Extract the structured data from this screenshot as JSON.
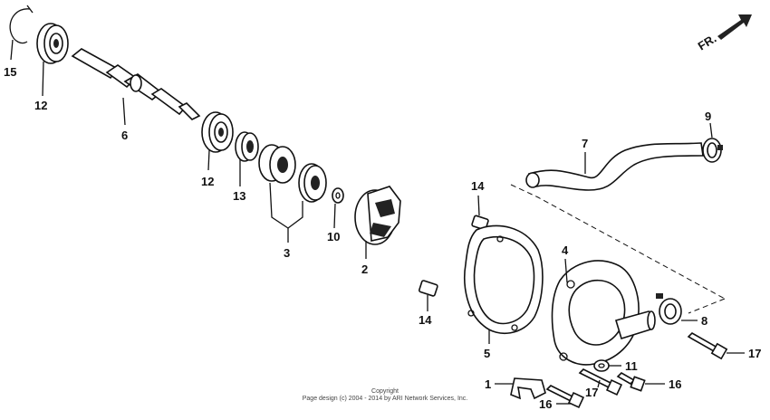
{
  "direction_arrow": {
    "label": "FR."
  },
  "callouts": [
    {
      "id": "c15",
      "number": "15"
    },
    {
      "id": "c12a",
      "number": "12"
    },
    {
      "id": "c6",
      "number": "6"
    },
    {
      "id": "c12b",
      "number": "12"
    },
    {
      "id": "c13",
      "number": "13"
    },
    {
      "id": "c3",
      "number": "3"
    },
    {
      "id": "c10",
      "number": "10"
    },
    {
      "id": "c2",
      "number": "2"
    },
    {
      "id": "c7",
      "number": "7"
    },
    {
      "id": "c9",
      "number": "9"
    },
    {
      "id": "c14a",
      "number": "14"
    },
    {
      "id": "c14b",
      "number": "14"
    },
    {
      "id": "c5",
      "number": "5"
    },
    {
      "id": "c4",
      "number": "4"
    },
    {
      "id": "c8",
      "number": "8"
    },
    {
      "id": "c17a",
      "number": "17"
    },
    {
      "id": "c11",
      "number": "11"
    },
    {
      "id": "c1",
      "number": "1"
    },
    {
      "id": "c17b",
      "number": "17"
    },
    {
      "id": "c16a",
      "number": "16"
    },
    {
      "id": "c16b",
      "number": "16"
    }
  ],
  "copyright": {
    "line1": "Copyright",
    "line2": "Page design (c) 2004 - 2014 by ARI Network Services, Inc."
  }
}
